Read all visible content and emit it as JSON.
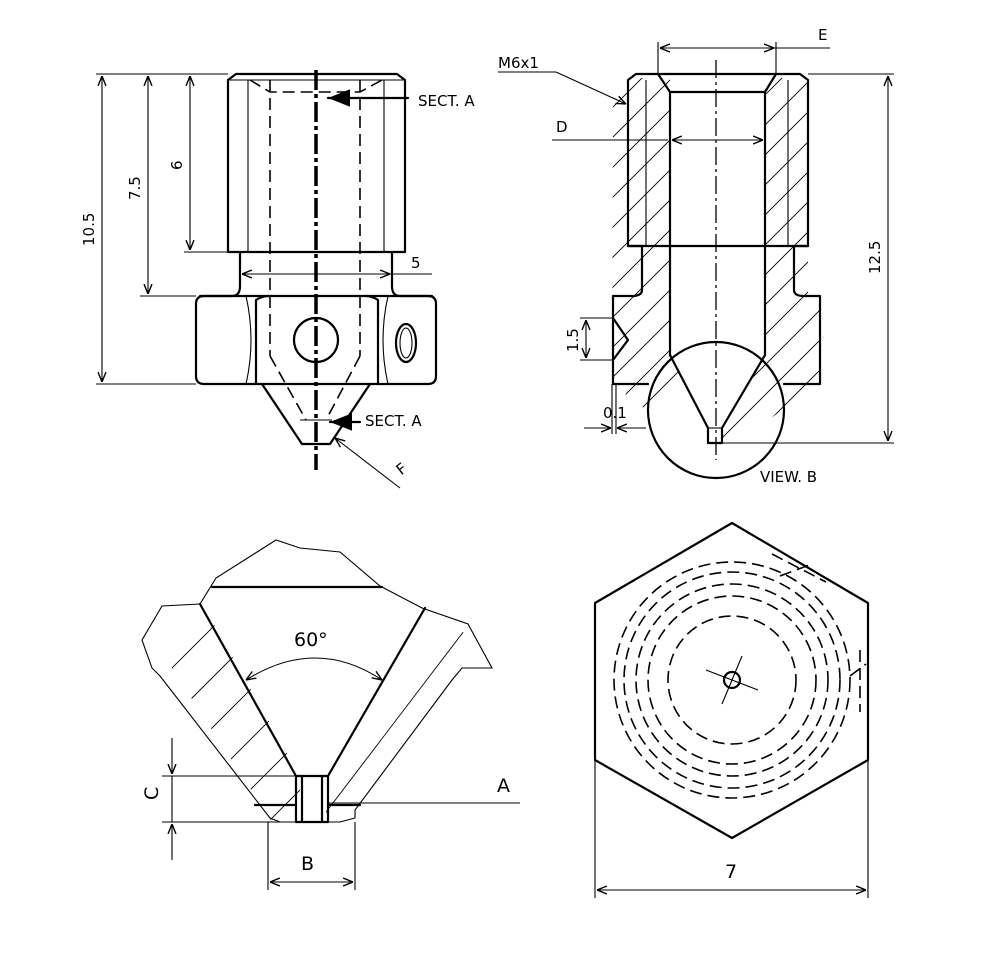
{
  "labels": {
    "sect_a_top": "SECT. A",
    "sect_a_bottom": "SECT. A",
    "f": "F",
    "m6x1": "M6x1",
    "e": "E",
    "d": "D",
    "view_b": "VIEW. B",
    "angle": "60°",
    "a": "A",
    "b": "B",
    "c": "C"
  },
  "dimensions": {
    "d10_5": "10.5",
    "d7_5": "7.5",
    "d6": "6",
    "d5": "5",
    "d12_5": "12.5",
    "d1_5": "1.5",
    "d0_1": "0.1",
    "d7": "7"
  }
}
